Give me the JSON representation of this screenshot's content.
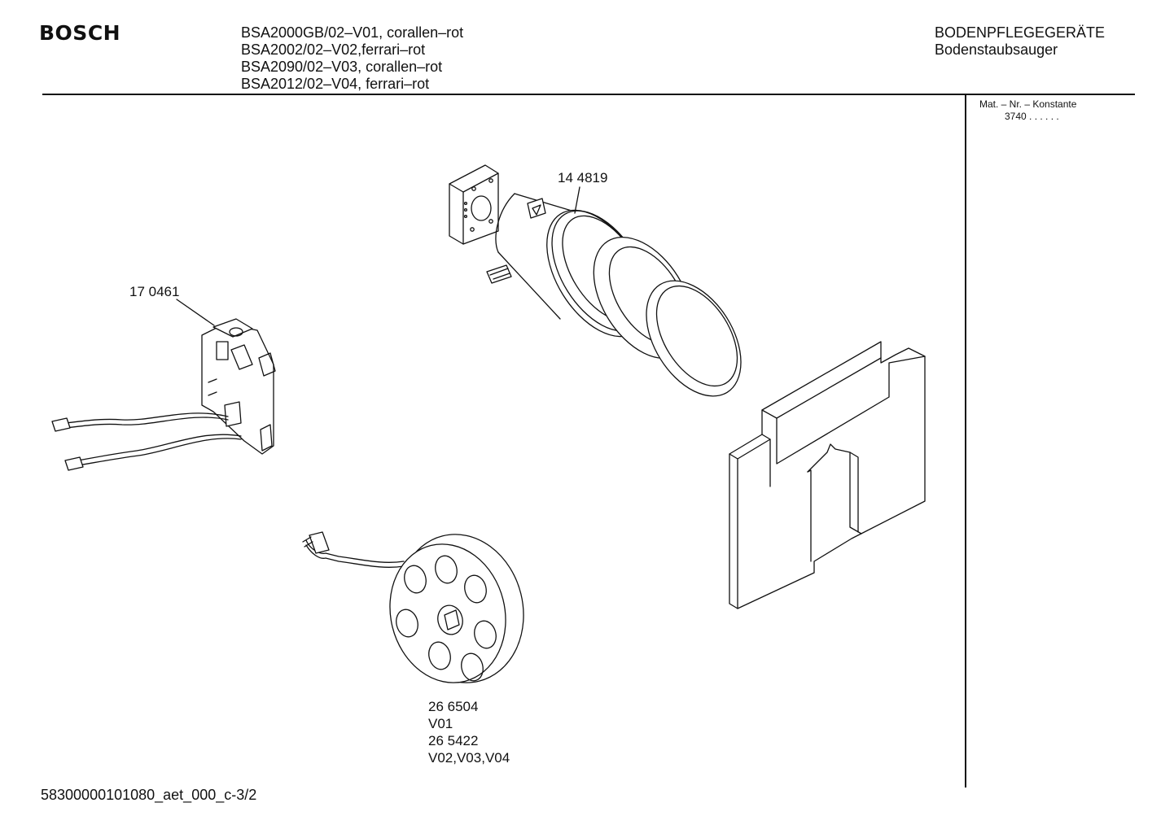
{
  "header": {
    "brand": "BOSCH",
    "models": [
      "BSA2000GB/02–V01, corallen–rot",
      "BSA2002/02–V02,ferrari–rot",
      "BSA2090/02–V03, corallen–rot",
      "BSA2012/02–V04, ferrari–rot"
    ],
    "category_line1": "BODENPFLEGEGERÄTE",
    "category_line2": "Bodenstaubsauger"
  },
  "sidebar": {
    "mat_label": "Mat. – Nr. – Konstante",
    "mat_value": "3740  .  .    .  .  .  ."
  },
  "parts": {
    "motor": "14 4819",
    "switch": "17 0461",
    "reel_line1": "26 6504",
    "reel_line2": "V01",
    "reel_line3": "26 5422",
    "reel_line4": "V02,V03,V04"
  },
  "footer": {
    "doc_id": "58300000101080_aet_000_c-3/2"
  }
}
